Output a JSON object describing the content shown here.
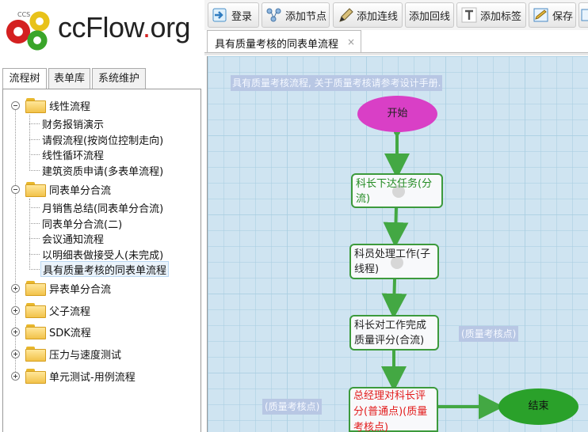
{
  "logo": {
    "small_text": "CCS",
    "brand": "ccFlow",
    "dot": ".",
    "tld": "org"
  },
  "toolbar": {
    "login": "登录",
    "add_node": "添加节点",
    "add_line": "添加连线",
    "add_return": "添加回线",
    "add_label": "添加标签",
    "save": "保存"
  },
  "left_tabs": [
    "流程树",
    "表单库",
    "系统维护"
  ],
  "tree": {
    "groups": [
      {
        "label": "线性流程",
        "expanded": true,
        "children": [
          "财务报销演示",
          "请假流程(按岗位控制走向)",
          "线性循环流程",
          "建筑资质申请(多表单流程)"
        ]
      },
      {
        "label": "同表单分合流",
        "expanded": true,
        "children": [
          "月销售总结(同表单分合流)",
          "同表单分合流(二)",
          "会议通知流程",
          "以明细表做接受人(未完成)",
          "具有质量考核的同表单流程"
        ]
      },
      {
        "label": "异表单分合流",
        "expanded": false,
        "children": []
      },
      {
        "label": "父子流程",
        "expanded": false,
        "children": []
      },
      {
        "label": "SDK流程",
        "expanded": false,
        "children": []
      },
      {
        "label": "压力与速度测试",
        "expanded": false,
        "children": []
      },
      {
        "label": "单元测试-用例流程",
        "expanded": false,
        "children": []
      }
    ],
    "selected": "具有质量考核的同表单流程"
  },
  "doc_tab": {
    "title": "具有质量考核的同表单流程",
    "close": "×"
  },
  "flow": {
    "description": "具有质量考核流程, 关于质量考核请参考设计手册.",
    "start": "开始",
    "node1": "科长下达任务(分流)",
    "node2": "科员处理工作(子线程)",
    "node3": "科长对工作完成质量评分(合流)",
    "node4": "总经理对科长评分(普通点)(质量考核点)",
    "end": "结束",
    "tag1": "(质量考核点)",
    "tag2": "(质量考核点)"
  },
  "colors": {
    "start_fill": "#d93fc6",
    "end_fill": "#2aa12a",
    "edge": "#43a843",
    "node_border": "#3c9a3c",
    "tag_bg": "#b8c7e4",
    "canvas_bg": "#cfe4f1"
  }
}
